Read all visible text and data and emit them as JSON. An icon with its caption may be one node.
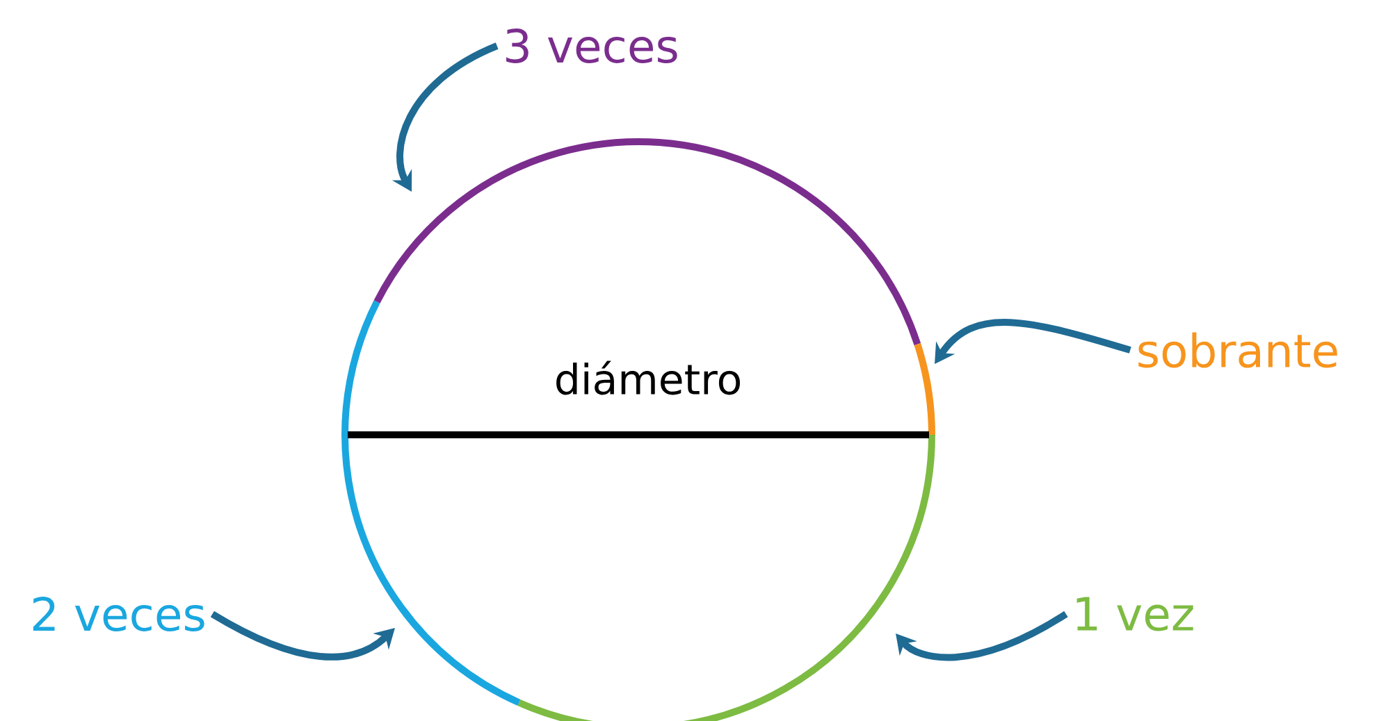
{
  "diagram": {
    "nodes": [
      {
        "text": [
          "3 veces"
        ]
      },
      {
        "text": [
          "sobrante"
        ]
      },
      {
        "text": [
          "2 veces"
        ]
      },
      {
        "text": [
          "1 vez"
        ]
      }
    ],
    "edges": [
      {
        "from": 0,
        "to": null,
        "arrow": "to"
      },
      {
        "from": 1,
        "to": null,
        "arrow": "to"
      },
      {
        "from": 2,
        "to": null,
        "arrow": "to"
      },
      {
        "from": 3,
        "to": null,
        "arrow": "to"
      }
    ],
    "labels": [
      "diámetro"
    ]
  }
}
